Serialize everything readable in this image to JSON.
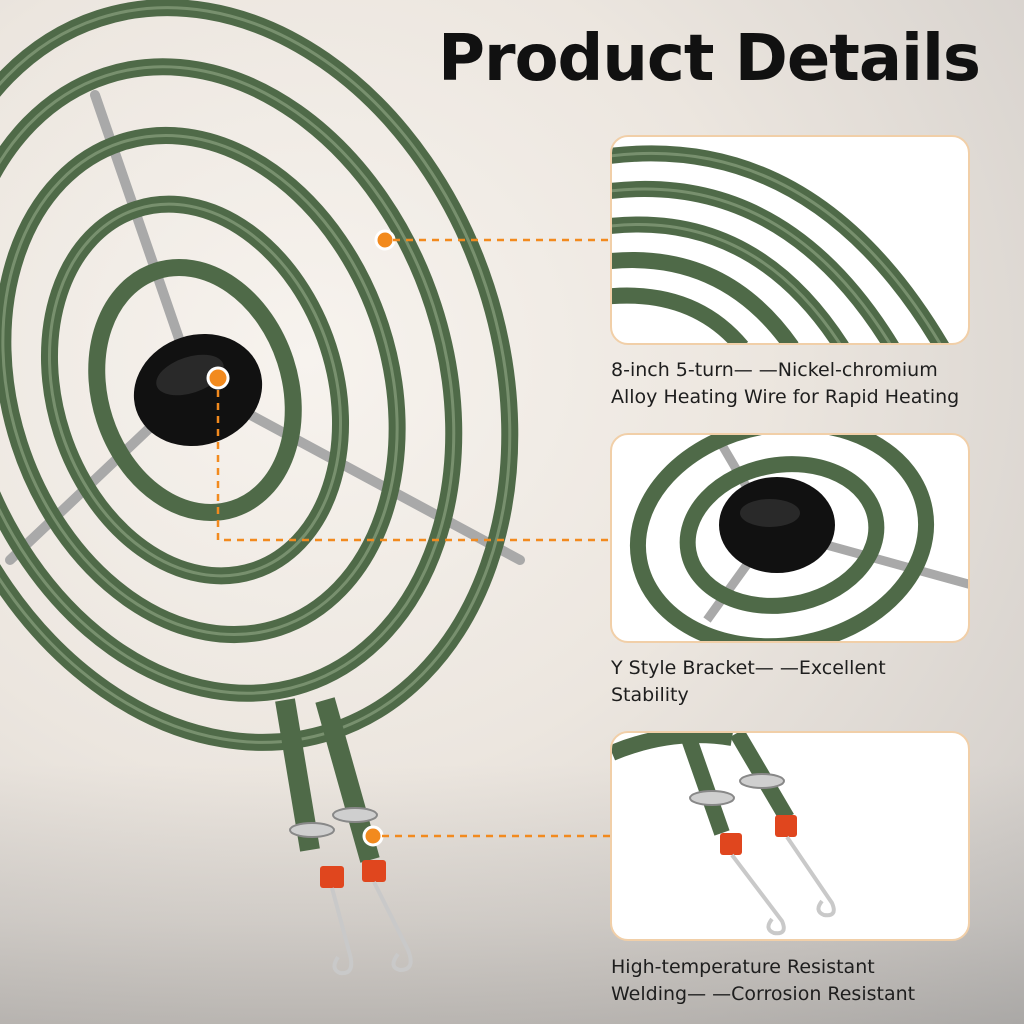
{
  "title": "Product Details",
  "colors": {
    "coil": "#4f6a48",
    "coil_highlight": "#8aa17f",
    "accent_orange": "#f28a1e",
    "card_border": "#f1cfa8",
    "terminal_red": "#e0461e"
  },
  "details": [
    {
      "line1": "8-inch 5-turn— —Nickel-chromium",
      "line2": "Alloy Heating Wire for Rapid Heating"
    },
    {
      "line1": "Y Style Bracket— —Excellent",
      "line2": "Stability"
    },
    {
      "line1": "High-temperature Resistant",
      "line2": "Welding— —Corrosion Resistant"
    }
  ]
}
